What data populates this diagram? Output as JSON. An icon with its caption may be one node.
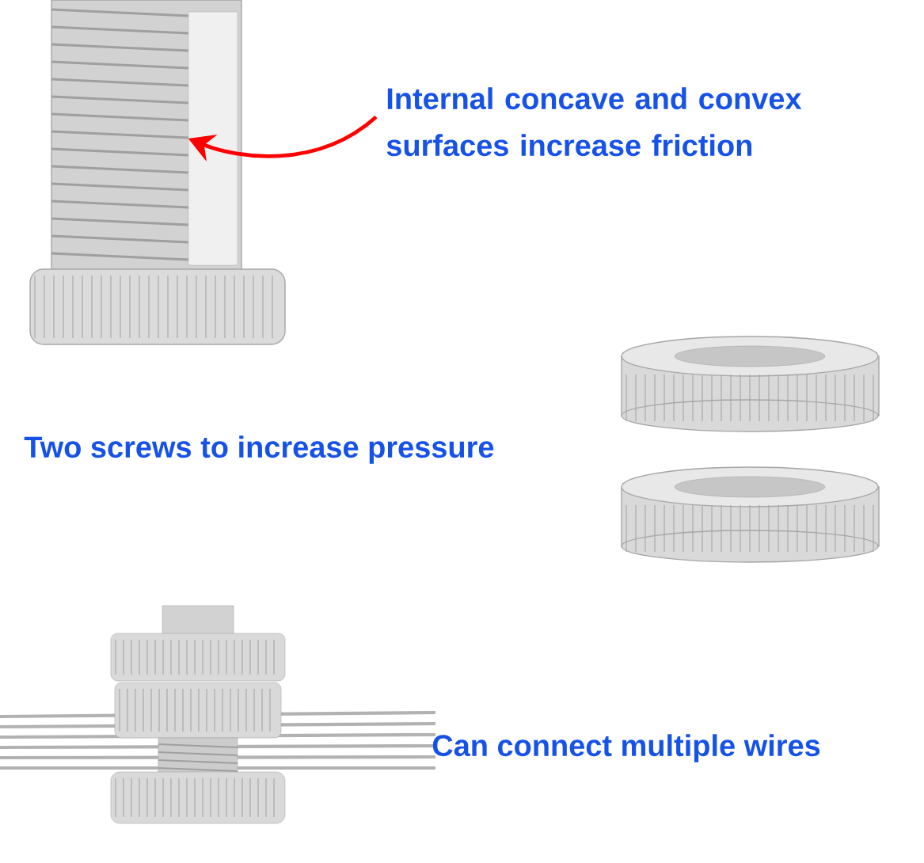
{
  "diagram": {
    "nodes": [
      {
        "text": [
          "Internal concave and convex surfaces increase friction"
        ]
      },
      {
        "text": [],
        "shape": "picture"
      }
    ],
    "edges": [
      {
        "from": 0,
        "to": 1,
        "arrow": "to",
        "color": "#ff0000"
      }
    ],
    "labels": [
      "Two screws to increase pressure",
      "Can connect multiple wires"
    ]
  }
}
